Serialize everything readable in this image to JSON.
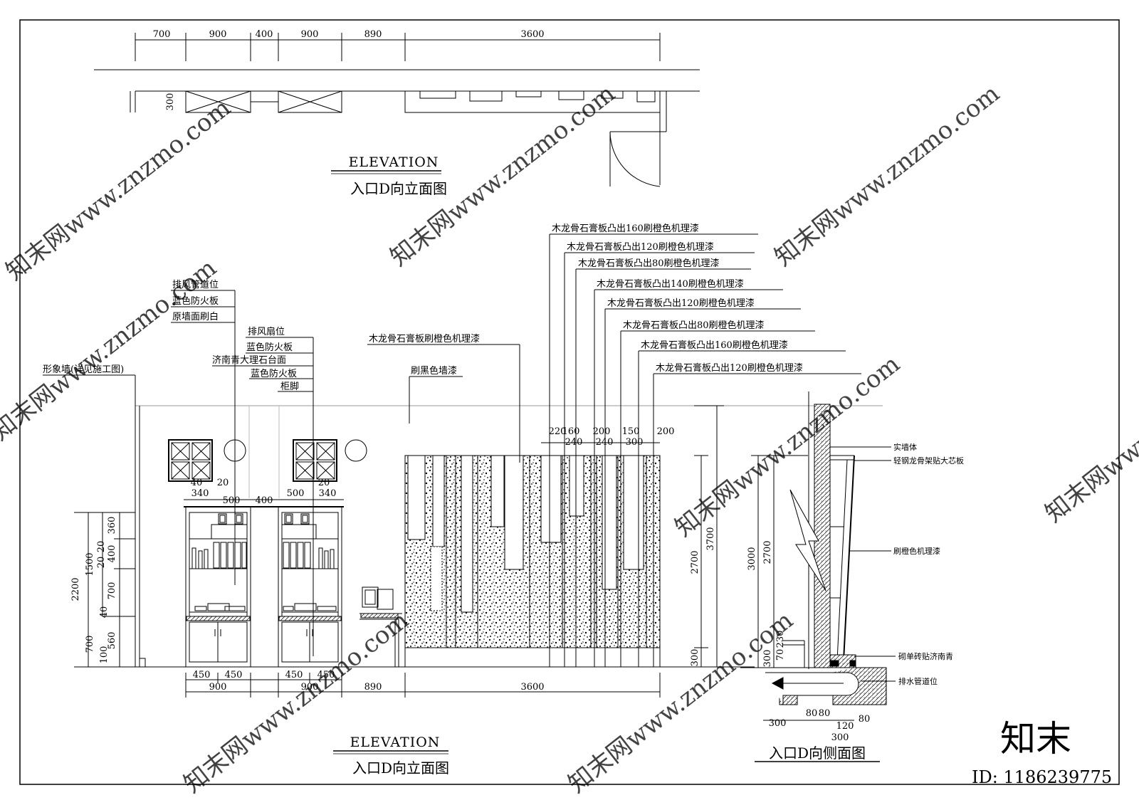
{
  "top_plan": {
    "dims": [
      "700",
      "900",
      "400",
      "900",
      "890",
      "3600"
    ],
    "depth": "300",
    "title_en": "ELEVATION",
    "title_cn": "入口D向立面图"
  },
  "elevation": {
    "title_en": "ELEVATION",
    "title_cn": "入口D向立面图",
    "left_labels": [
      "排风管道位",
      "蓝色防火板",
      "原墙面刷白"
    ],
    "mid_labels": [
      "排风扇位",
      "蓝色防火板",
      "济南青大理石台面",
      "蓝色防火板",
      "柜脚"
    ],
    "image_wall_label": "形象墙(详见施工图)",
    "center_labels": [
      "木龙骨石膏板刷橙色机理漆",
      "刷黑色墙漆"
    ],
    "right_labels": [
      "木龙骨石膏板凸出160刷橙色机理漆",
      "木龙骨石膏板凸出120刷橙色机理漆",
      "木龙骨石膏板凸出80刷橙色机理漆",
      "木龙骨石膏板凸出140刷橙色机理漆",
      "木龙骨石膏板凸出120刷橙色机理漆",
      "木龙骨石膏板凸出80刷橙色机理漆",
      "木龙骨石膏板凸出160刷橙色机理漆",
      "木龙骨石膏板凸出120刷橙色机理漆"
    ],
    "top_widths": [
      "220",
      "160",
      "240",
      "200",
      "240",
      "150",
      "300",
      "200"
    ],
    "cab_top": [
      "40",
      "20",
      "340",
      "500",
      "400",
      "500",
      "20",
      "340"
    ],
    "cab_heights": [
      "2200",
      "1500",
      "700",
      "360",
      "20",
      "400",
      "20",
      "700",
      "40",
      "560",
      "100"
    ],
    "bottom_dims": [
      "450",
      "450",
      "900",
      "450",
      "450",
      "900",
      "890",
      "3600"
    ],
    "right_heights": [
      "2700",
      "3700",
      "300"
    ]
  },
  "section": {
    "title_cn": "入口D向侧面图",
    "labels": [
      "实墙体",
      "轻钢龙骨架贴大芯板",
      "刷橙色机理漆",
      "砌单砖贴济南青",
      "排水管道位"
    ],
    "heights": [
      "3000",
      "2700",
      "300",
      "70",
      "230"
    ],
    "bottom_dims": [
      "300",
      "80",
      "80",
      "120",
      "300",
      "80"
    ]
  },
  "watermark": {
    "site": "知末网www.znzmo.com",
    "brand": "知末",
    "id": "ID: 1186239775"
  }
}
